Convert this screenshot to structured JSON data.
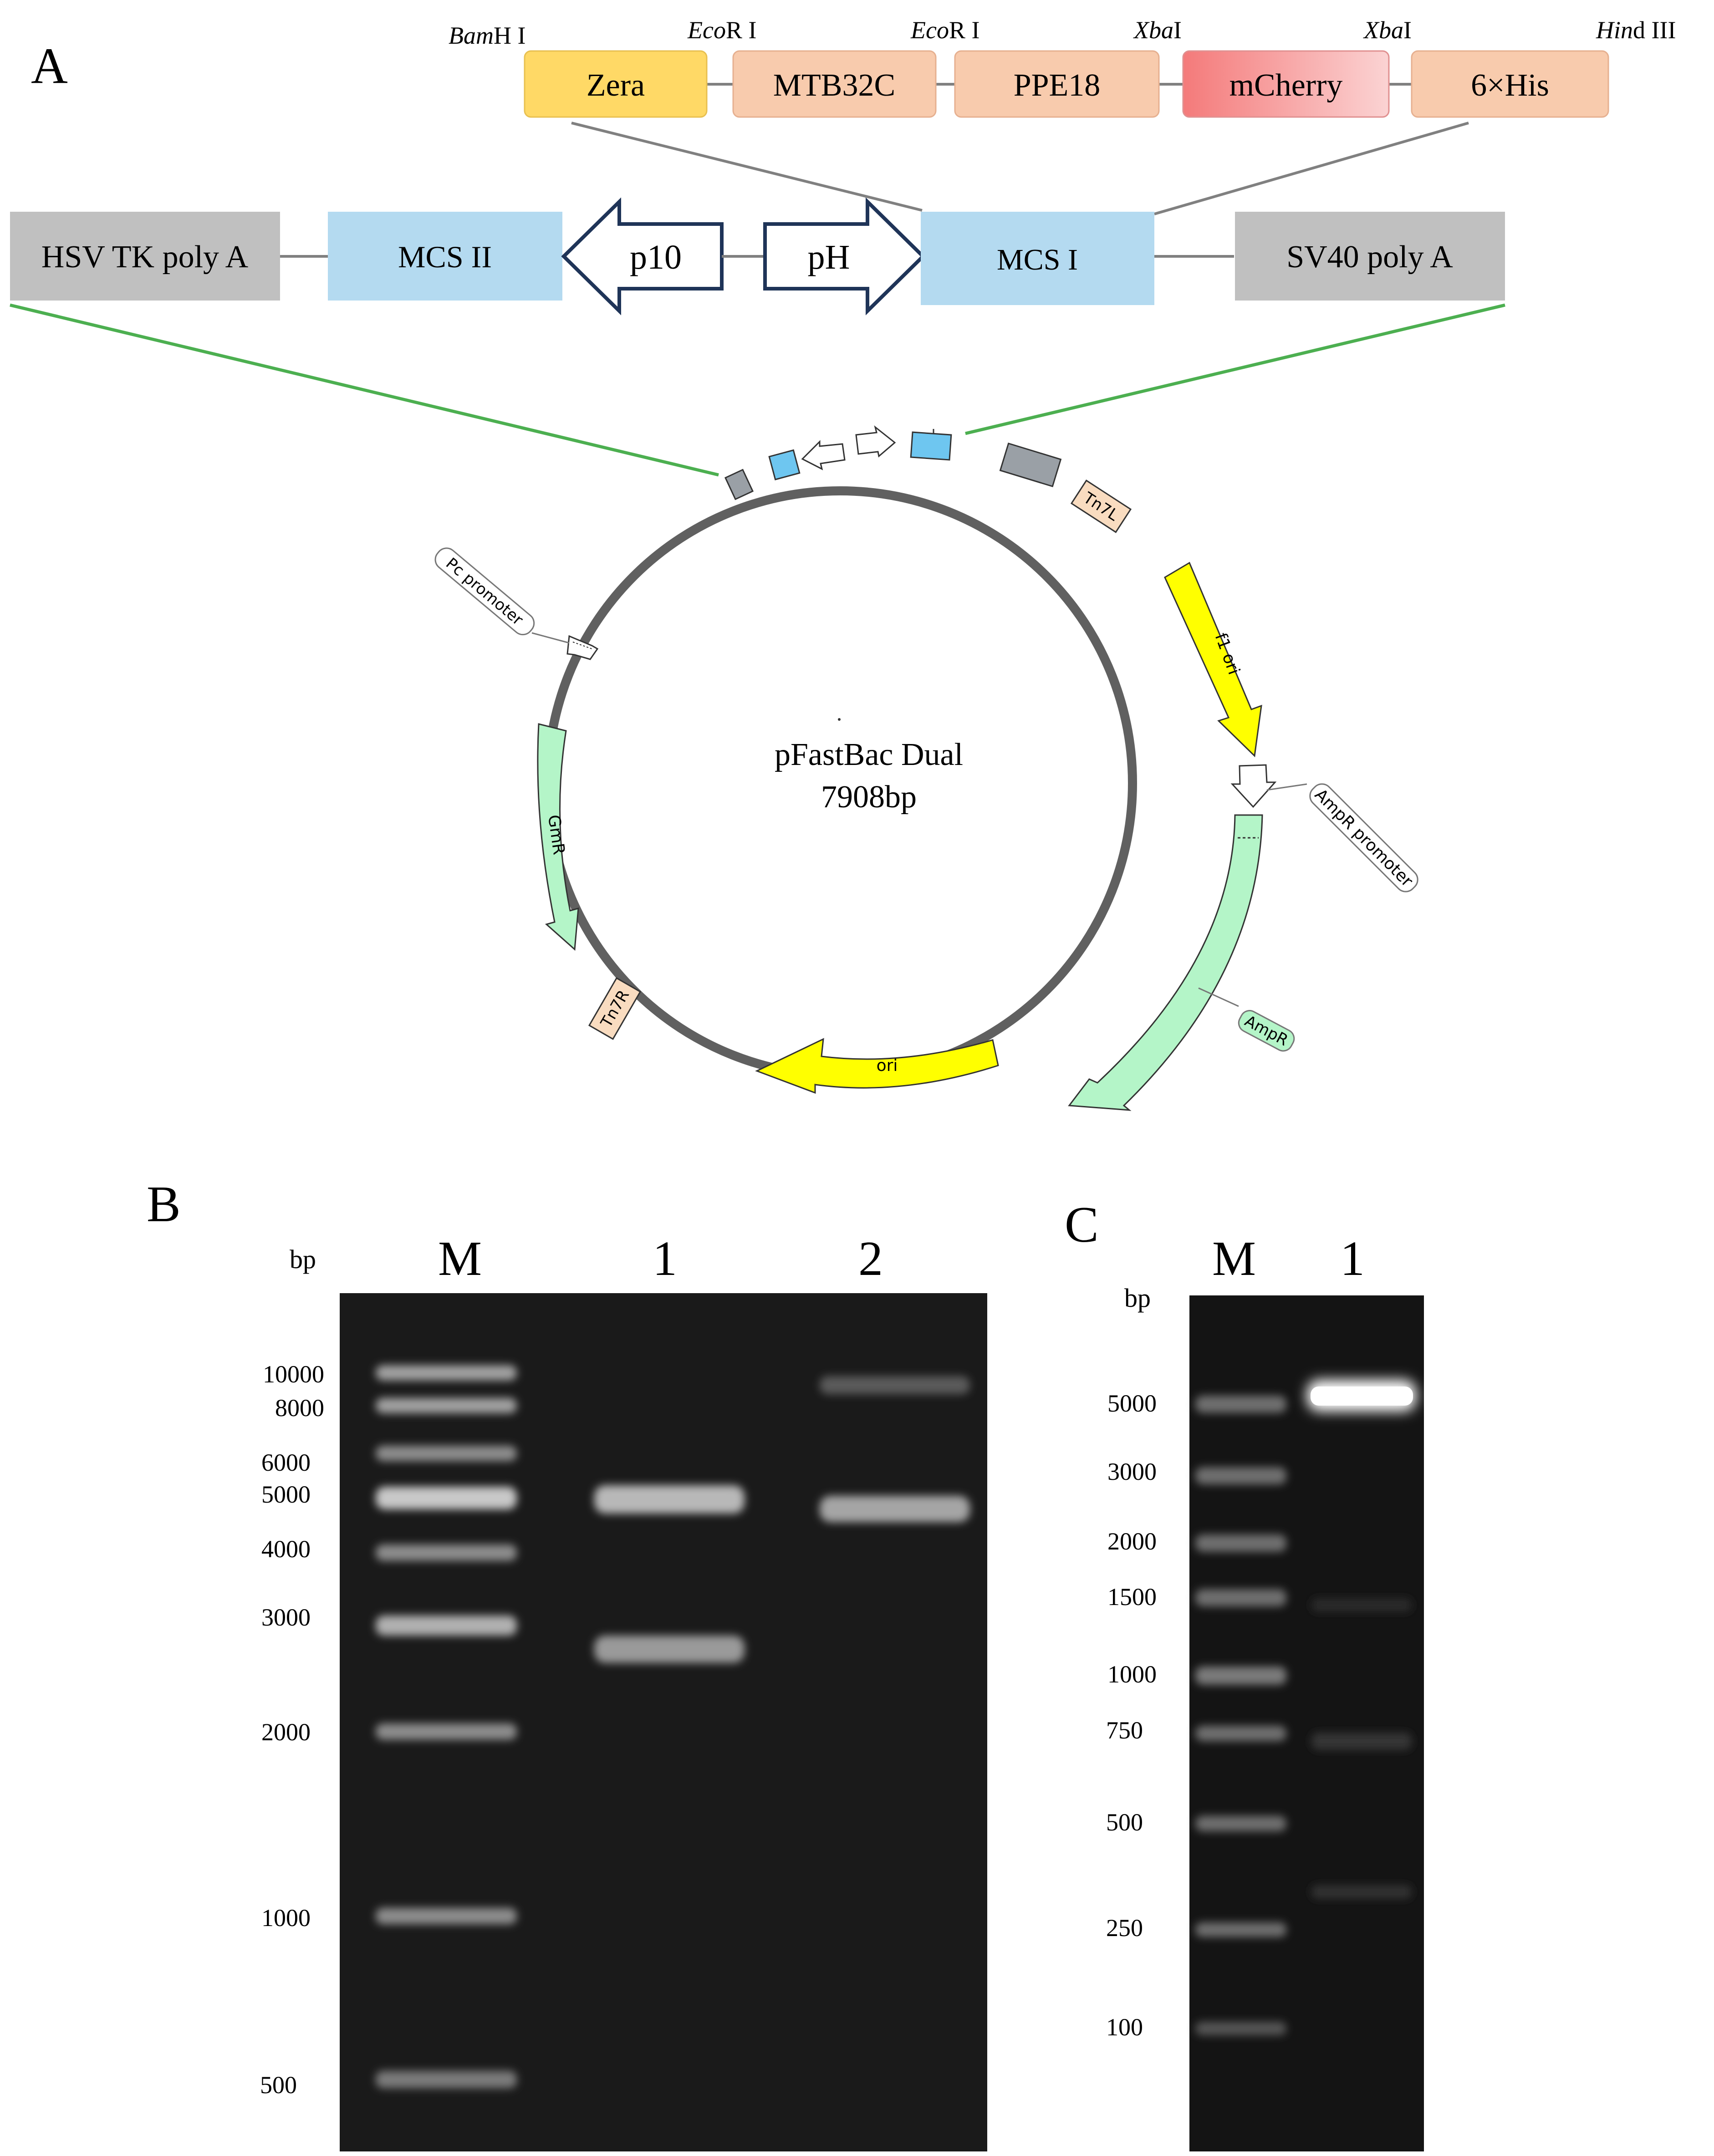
{
  "panels": {
    "a": "A",
    "b": "B",
    "c": "C"
  },
  "insert": {
    "sites": [
      {
        "italic": "Bam",
        "rest": "H I"
      },
      {
        "italic": "Eco",
        "rest": "R I"
      },
      {
        "italic": "Eco",
        "rest": "R I"
      },
      {
        "italic": "Xba",
        "rest": "I"
      },
      {
        "italic": "Xba",
        "rest": "I"
      },
      {
        "italic": "Hin",
        "rest": "d III"
      }
    ],
    "blocks": [
      {
        "label": "Zera",
        "color": "#FFD966"
      },
      {
        "label": "MTB32C",
        "color": "#F8CBAD"
      },
      {
        "label": "PPE18",
        "color": "#F8CBAD"
      },
      {
        "label": "mCherry",
        "color": "#F4A0A0"
      },
      {
        "label": "6×His",
        "color": "#F8CBAD"
      }
    ]
  },
  "cassette": {
    "hsv": "HSV TK poly A",
    "mcs2": "MCS II",
    "p10": "p10",
    "ph": "pH",
    "mcs1": "MCS I",
    "sv40": "SV40 poly A"
  },
  "plasmid": {
    "name": "pFastBac Dual",
    "size": "7908bp",
    "features": {
      "tn7l": "Tn7L",
      "f1ori": "f1 ori",
      "ampr_promoter": "AmpR promoter",
      "ampr": "AmpR",
      "ori": "ori",
      "tn7r": "Tn7R",
      "gmr": "GmR",
      "pc_promoter": "Pc promoter"
    },
    "colors": {
      "backbone": "#606060",
      "grey": "#9AA0A6",
      "blue": "#6EC6F0",
      "yellow": "#FFFF00",
      "green": "#B4F5C8",
      "tan": "#F9DCC0",
      "link": "#4CAF50"
    }
  },
  "gel_b": {
    "bp_label": "bp",
    "lanes": [
      "M",
      "1",
      "2"
    ],
    "marker_labels": [
      "10000",
      "8000",
      "6000",
      "5000",
      "4000",
      "3000",
      "2000",
      "1000",
      "500"
    ]
  },
  "gel_c": {
    "bp_label": "bp",
    "lanes": [
      "M",
      "1"
    ],
    "marker_labels": [
      "5000",
      "3000",
      "2000",
      "1500",
      "1000",
      "750",
      "500",
      "250",
      "100"
    ]
  }
}
